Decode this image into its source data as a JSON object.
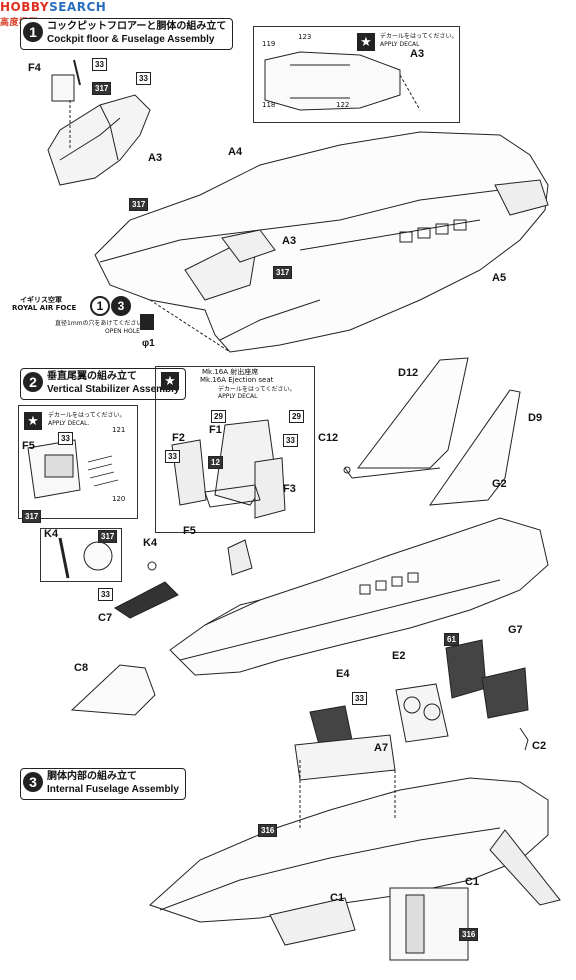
{
  "banner": {
    "part1": "HOBBY",
    "part2": "SEARCH",
    "part3": "高度模型"
  },
  "sections": [
    {
      "num": "1",
      "jp": "コックピットフロアーと胴体の組み立て",
      "en": "Cockpit floor & Fuselage Assembly"
    },
    {
      "num": "2",
      "jp": "垂直尾翼の組み立て",
      "en": "Vertical Stabilizer Assembly"
    },
    {
      "num": "3",
      "jp": "胴体内部の組み立て",
      "en": "Internal Fuselage Assembly"
    }
  ],
  "decal_note_jp": "デカールをはってください。",
  "decal_note_en": "APPLY DECAL",
  "decal_note_en2": "APPLY DECAL.",
  "raf": {
    "jp": "イギリス空軍",
    "en": "ROYAL AIR FOCE",
    "hole_jp": "直径1mmの穴をあけてください。",
    "hole_en": "OPEN HOLE",
    "dia": "φ1",
    "n1": "1",
    "n2": "3"
  },
  "seat": {
    "line1": "Mk.16A 射出座席",
    "line2": "Mk.16A Ejection seat"
  },
  "labels": {
    "F4": "F4",
    "A3a": "A3",
    "A3b": "A3",
    "A3c": "A3",
    "A4": "A4",
    "A5": "A5",
    "D12": "D12",
    "D9": "D9",
    "C12": "C12",
    "G2": "G2",
    "F2": "F2",
    "F1": "F1",
    "F3": "F3",
    "F5a": "F5",
    "F5b": "F5",
    "K4a": "K4",
    "K4b": "K4",
    "C7": "C7",
    "C8": "C8",
    "E2": "E2",
    "G7": "G7",
    "E4": "E4",
    "A7": "A7",
    "C2": "C2",
    "C1a": "C1",
    "C1b": "C1"
  },
  "paint": {
    "p33a": "33",
    "p33b": "33",
    "p317a": "317",
    "p317b": "317",
    "p317c": "317",
    "p33c": "33",
    "p33d": "33",
    "p33e": "33",
    "p12": "12",
    "p29a": "29",
    "p29b": "29",
    "p317d": "317",
    "p317e": "317",
    "p33f": "33",
    "p61": "61",
    "p33g": "33",
    "p316a": "316",
    "p316b": "316"
  },
  "decals": {
    "d119": "119",
    "d123": "123",
    "d118": "118",
    "d122": "122",
    "d121": "121",
    "d120": "120"
  }
}
